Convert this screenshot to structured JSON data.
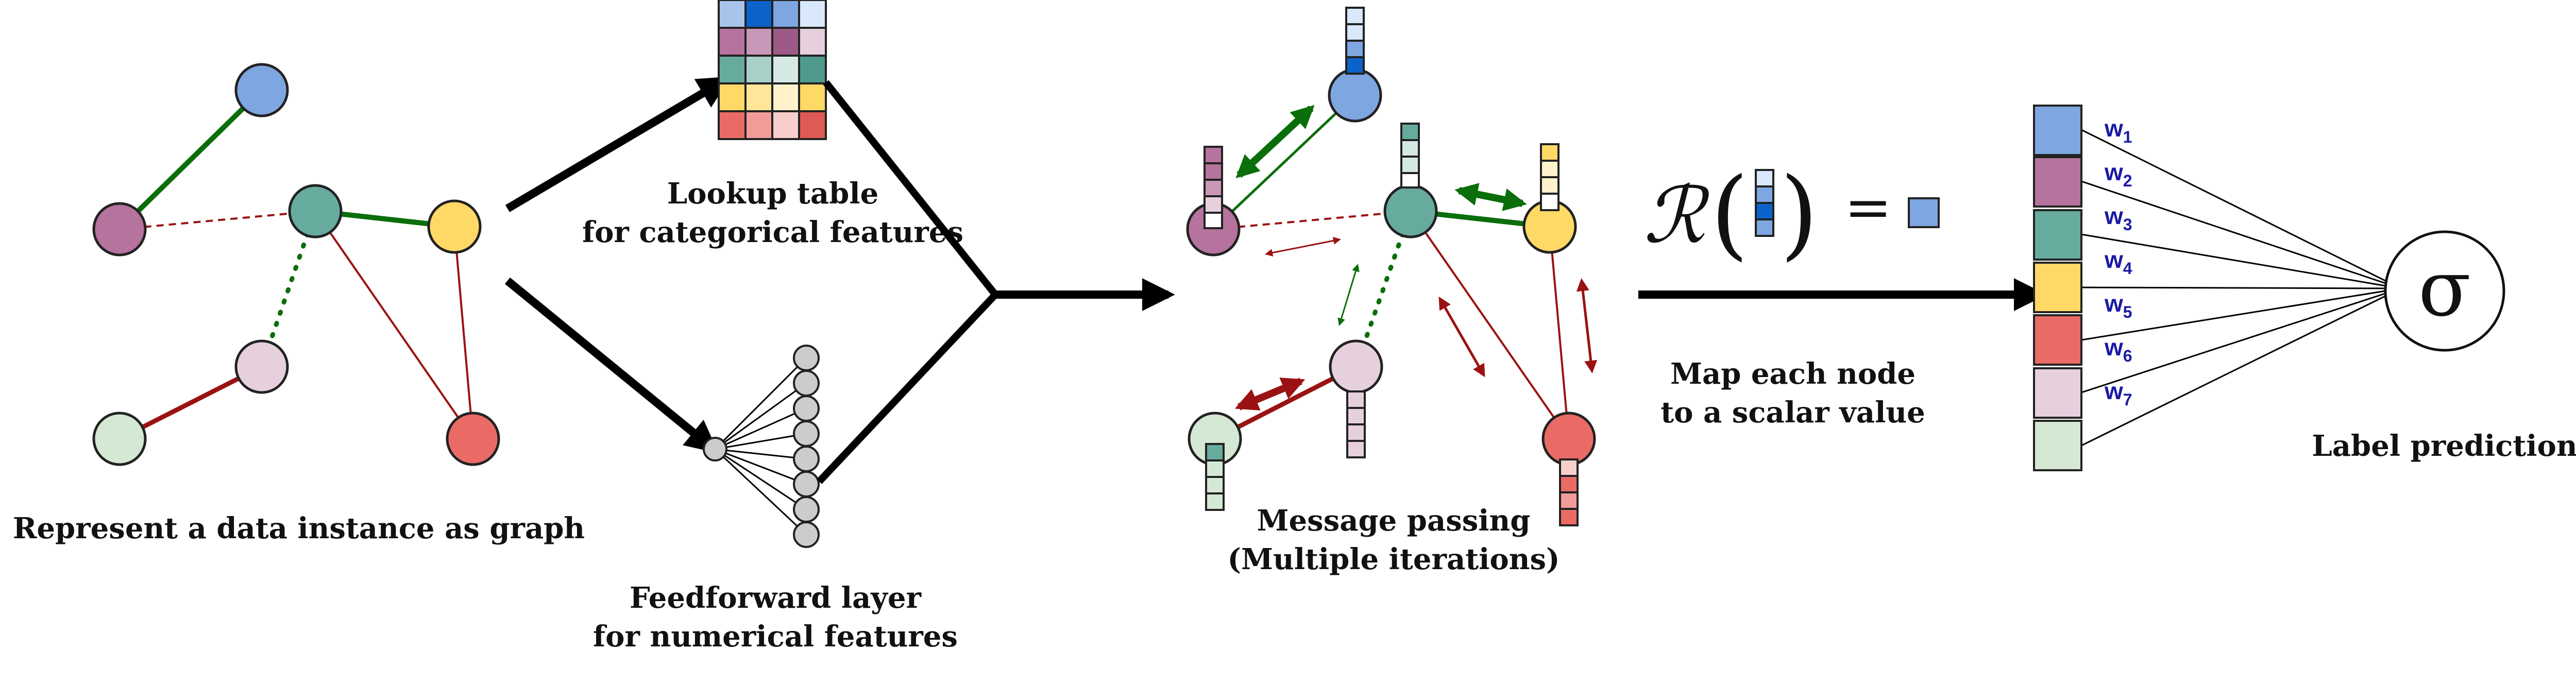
{
  "captions": {
    "graph": "Represent a data instance as graph",
    "lookup_line1": "Lookup table",
    "lookup_line2": "for categorical features",
    "ff_line1": "Feedforward layer",
    "ff_line2": "for numerical features",
    "mp_line1": "Message passing",
    "mp_line2": "(Multiple iterations)",
    "map_line1": "Map each node",
    "map_line2": "to a scalar value",
    "label": "Label prediction"
  },
  "readout": {
    "symbol": "ℛ",
    "open": "(",
    "close": ")",
    "equals": "="
  },
  "sigma": "σ",
  "weights": [
    {
      "base": "w",
      "sub": "1"
    },
    {
      "base": "w",
      "sub": "2"
    },
    {
      "base": "w",
      "sub": "3"
    },
    {
      "base": "w",
      "sub": "4"
    },
    {
      "base": "w",
      "sub": "5"
    },
    {
      "base": "w",
      "sub": "6"
    },
    {
      "base": "w",
      "sub": "7"
    }
  ],
  "colors": {
    "blue": "#7ea6e0",
    "purple": "#b5739d",
    "teal": "#67ab9f",
    "yellow": "#ffd966",
    "red": "#ea6b66",
    "pink": "#e6d0de",
    "mint": "#d5e8d4",
    "green_edge": "#0a6e0a",
    "red_edge": "#9b1212",
    "gray_neuron": "#cccccc"
  }
}
